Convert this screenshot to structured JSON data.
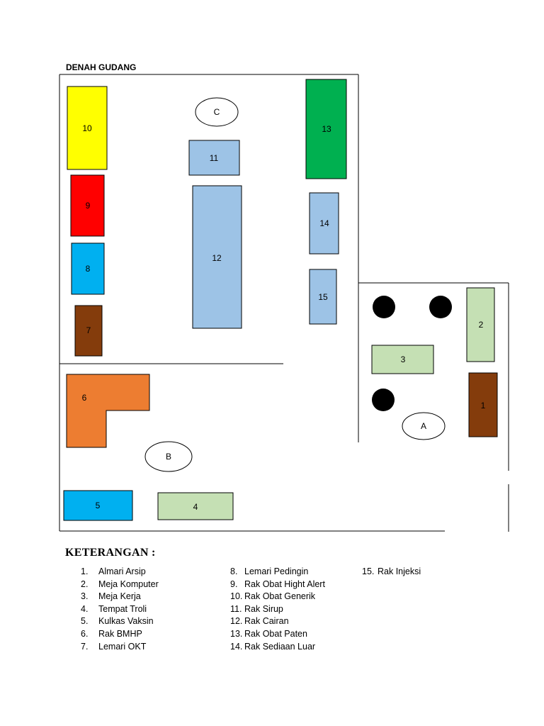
{
  "title": "DENAH GUDANG",
  "colors": {
    "yellow": "#ffff00",
    "red": "#ff0000",
    "cyan": "#00b0f0",
    "brown": "#843c0c",
    "light_blue": "#9dc3e6",
    "green": "#00b050",
    "orange": "#ed7d31",
    "light_green": "#c5e0b4",
    "black": "#000000"
  },
  "plan": {
    "item_10": "10",
    "item_9": "9",
    "item_8": "8",
    "item_7": "7",
    "item_11": "11",
    "item_12": "12",
    "item_13": "13",
    "item_14": "14",
    "item_15": "15",
    "item_6": "6",
    "item_5": "5",
    "item_4": "4",
    "item_3": "3",
    "item_2": "2",
    "item_1": "1",
    "marker_a": "A",
    "marker_b": "B",
    "marker_c": "C"
  },
  "legend": {
    "title": "KETERANGAN :",
    "col1": [
      {
        "num": "1.",
        "label": "Almari Arsip"
      },
      {
        "num": "2.",
        "label": "Meja Komputer"
      },
      {
        "num": "3.",
        "label": "Meja Kerja"
      },
      {
        "num": "4.",
        "label": "Tempat Troli"
      },
      {
        "num": "5.",
        "label": "Kulkas Vaksin"
      },
      {
        "num": "6.",
        "label": "Rak BMHP"
      },
      {
        "num": "7.",
        "label": "Lemari OKT"
      }
    ],
    "col2": [
      {
        "num": "8.",
        "label": "Lemari Pedingin"
      },
      {
        "num": "9.",
        "label": "Rak Obat Hight Alert"
      },
      {
        "num": "10.",
        "label": "Rak Obat Generik"
      },
      {
        "num": "11.",
        "label": "Rak Sirup"
      },
      {
        "num": "12.",
        "label": "Rak Cairan"
      },
      {
        "num": "13.",
        "label": "Rak Obat Paten"
      },
      {
        "num": "14.",
        "label": "Rak Sediaan Luar"
      }
    ],
    "col3": [
      {
        "num": "15.",
        "label": "Rak Injeksi"
      }
    ]
  }
}
